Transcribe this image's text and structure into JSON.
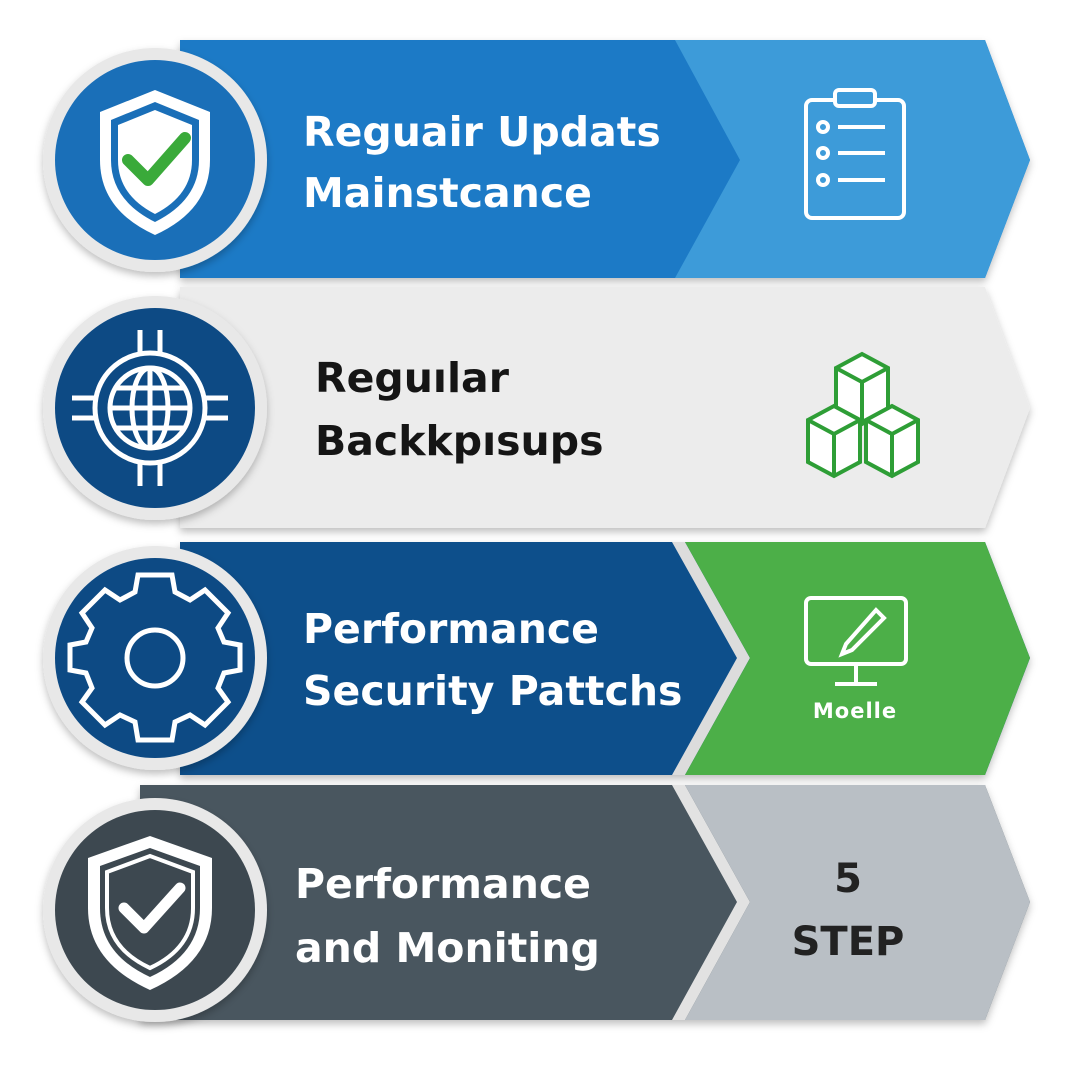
{
  "steps": [
    {
      "line1": "Reguair Updats",
      "line2": "Mainstcance",
      "icon_left": "shield-check-icon",
      "icon_right": "clipboard-list-icon"
    },
    {
      "line1": "Reguılar",
      "line2": "Backkpısups",
      "icon_left": "globe-icon",
      "icon_right": "cubes-icon"
    },
    {
      "line1": "Performance",
      "line2": "Security Pattchs",
      "icon_left": "gear-icon",
      "icon_right": "monitor-pen-icon",
      "right_label": "Moelle"
    },
    {
      "line1": "Performance",
      "line2": "and Moniting",
      "icon_left": "shield-check-icon",
      "right_number": "5",
      "right_label": "STEP"
    }
  ],
  "colors": {
    "blue": "#1b7ac6",
    "light_blue": "#3d9bd9",
    "navy": "#0e4f8b",
    "green": "#4caf48",
    "slate": "#4a565f",
    "gray": "#b9bfc5",
    "light_gray": "#ececec"
  }
}
